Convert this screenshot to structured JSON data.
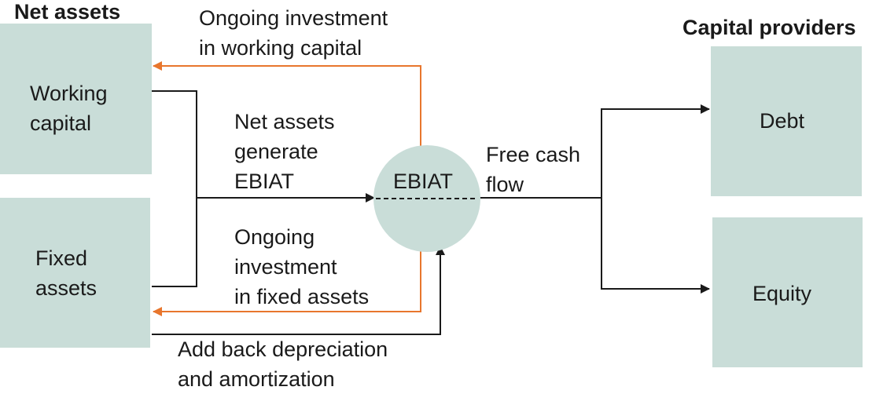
{
  "headings": {
    "net_assets": "Net assets",
    "capital_providers": "Capital providers"
  },
  "boxes": {
    "working_capital": [
      "Working",
      "capital"
    ],
    "fixed_assets": [
      "Fixed",
      "assets"
    ],
    "debt": "Debt",
    "equity": "Equity"
  },
  "ebiat": "EBIAT",
  "labels": {
    "ongoing_wc": [
      "Ongoing investment",
      "in working capital"
    ],
    "net_assets_generate": [
      "Net assets",
      "generate",
      "EBIAT"
    ],
    "ongoing_fixed": [
      "Ongoing",
      "investment",
      "in fixed assets"
    ],
    "add_back": [
      "Add back depreciation",
      "and amortization"
    ],
    "free_cash_flow": [
      "Free cash",
      "flow"
    ]
  },
  "colors": {
    "box_fill": "#c9ddd8",
    "orange_arrow": "#e8762d",
    "black_arrow": "#1a1a1a"
  }
}
